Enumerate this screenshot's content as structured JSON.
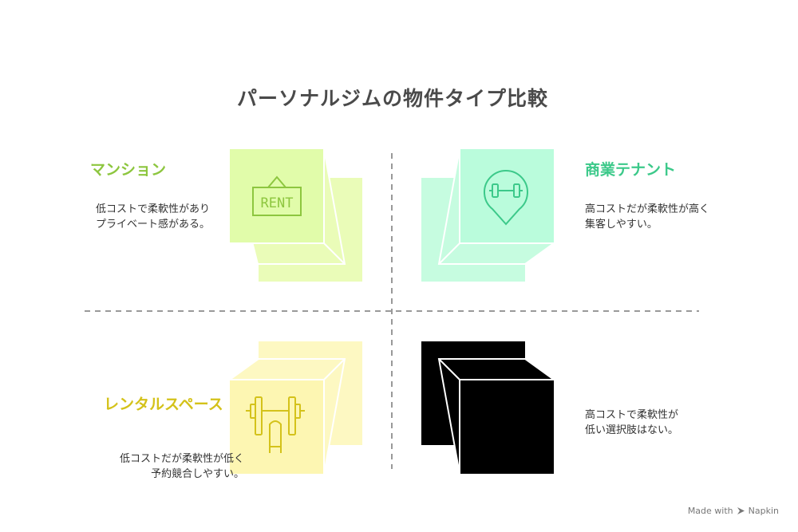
{
  "title": "パーソナルジムの物件タイプ比較",
  "quadrants": {
    "top_left": {
      "title": "マンション",
      "desc": [
        "低コストで柔軟性があり",
        "プライベート感がある。"
      ],
      "color": "#8dc63f",
      "icon": "rent-sign-icon",
      "icon_text": "RENT"
    },
    "top_right": {
      "title": "商業テナント",
      "desc": [
        "高コストだが柔軟性が高く",
        "集客しやすい。"
      ],
      "color": "#3cc98a",
      "icon": "dumbbell-pin-icon"
    },
    "bottom_left": {
      "title": "レンタルスペース",
      "desc": [
        "低コストだが柔軟性が低く",
        "予約競合しやすい。"
      ],
      "color": "#d4c21a",
      "icon": "weight-bench-icon"
    },
    "bottom_right": {
      "title": "",
      "desc": [
        "高コストで柔軟性が",
        "低い選択肢はない。"
      ],
      "color": "#000000"
    }
  },
  "footer": {
    "made_with": "Made with",
    "brand": "Napkin"
  }
}
